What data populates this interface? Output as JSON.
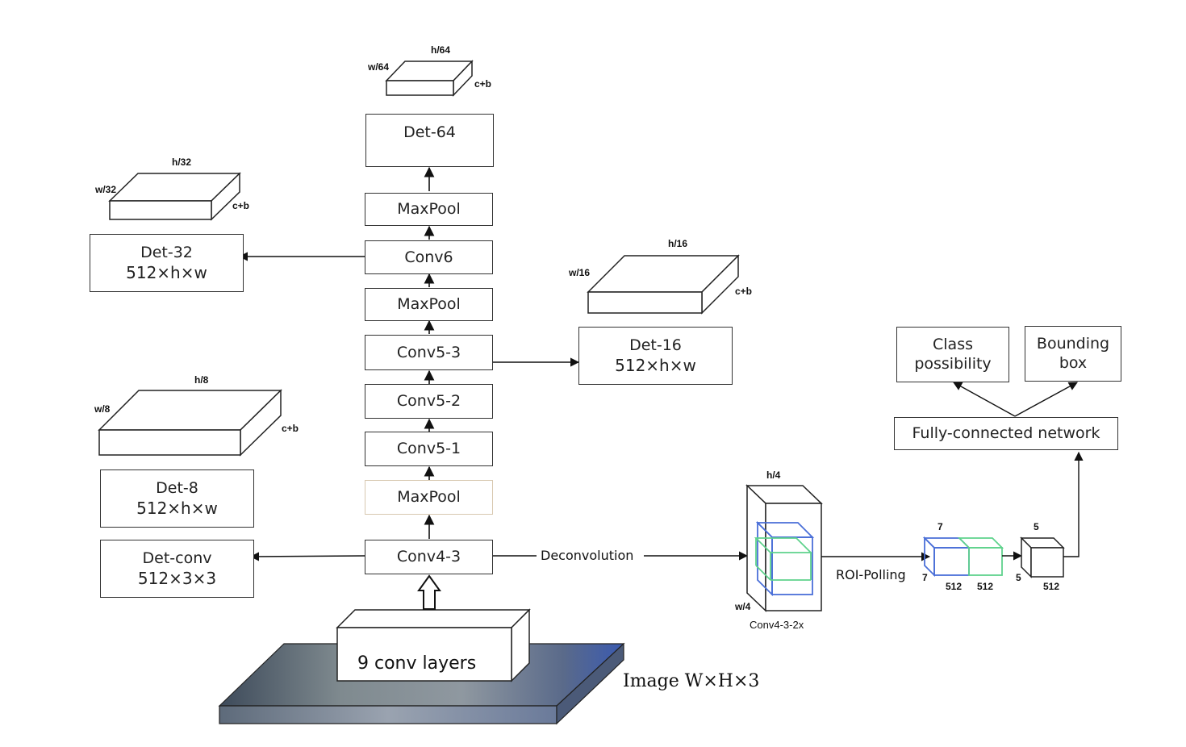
{
  "backbone": {
    "base": "9 conv layers",
    "image_label": "Image W×H×3",
    "layers": [
      "Conv4-3",
      "MaxPool",
      "Conv5-1",
      "Conv5-2",
      "Conv5-3",
      "MaxPool",
      "Conv6",
      "MaxPool"
    ]
  },
  "detectors": {
    "det64": {
      "name": "Det-64"
    },
    "det32": {
      "name": "Det-32",
      "shape": "512×h×w"
    },
    "det16": {
      "name": "Det-16",
      "shape": "512×h×w"
    },
    "det8": {
      "name": "Det-8",
      "shape": "512×h×w"
    },
    "detconv": {
      "name": "Det-conv",
      "shape": "512×3×3"
    }
  },
  "feature_maps": {
    "fm64": {
      "h": "h/64",
      "w": "w/64",
      "c": "c+b"
    },
    "fm32": {
      "h": "h/32",
      "w": "w/32",
      "c": "c+b"
    },
    "fm16": {
      "h": "h/16",
      "w": "w/16",
      "c": "c+b"
    },
    "fm8": {
      "h": "h/8",
      "w": "w/8",
      "c": "c+b"
    }
  },
  "roi_branch": {
    "deconv_label": "Deconvolution",
    "conv4_h": "h/4",
    "conv4_w": "w/4",
    "conv4_name": "Conv4-3-2x",
    "roi_label": "ROI-Polling",
    "roi_top": "7",
    "roi_left": "7",
    "roi_ch1": "512",
    "roi_ch2": "512",
    "pool_top": "5",
    "pool_left": "5",
    "pool_ch": "512",
    "fc_label": "Fully-connected network",
    "class_line1": "Class",
    "class_line2": "possibility",
    "bbox_line1": "Bounding",
    "bbox_line2": "box"
  },
  "colors": {
    "blue": "#4a6fd8",
    "green": "#5fd28c",
    "stroke": "#222222"
  }
}
